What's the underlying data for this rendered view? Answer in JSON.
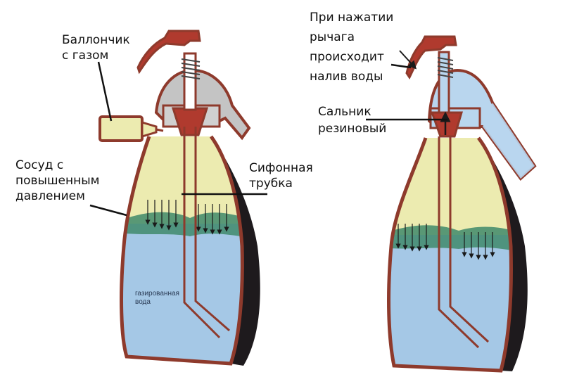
{
  "labels": {
    "gas_can": [
      "Баллончик",
      "с газом"
    ],
    "vessel": [
      "Сосуд с",
      "повышенным",
      "давлением"
    ],
    "siphon_tube": [
      "Сифонная",
      "трубка"
    ],
    "lever": [
      "При нажатии",
      "рычага",
      "происходит",
      "налив воды"
    ],
    "seal": [
      "Сальник",
      "резиновый"
    ],
    "water": [
      "газированная",
      "вода"
    ]
  },
  "colors": {
    "wall": "#8e3a2c",
    "dark_side": "#1e1a1d",
    "gas_zone": "#ecebb0",
    "foam": "#3f8a6b",
    "water": "#a5c8e6",
    "metal": "#c4c4c4",
    "spout_water": "#b9d6ee"
  },
  "icons": [
    "pressure-arrow-icon",
    "flow-arrow-icon",
    "spring-icon",
    "lever-icon"
  ]
}
